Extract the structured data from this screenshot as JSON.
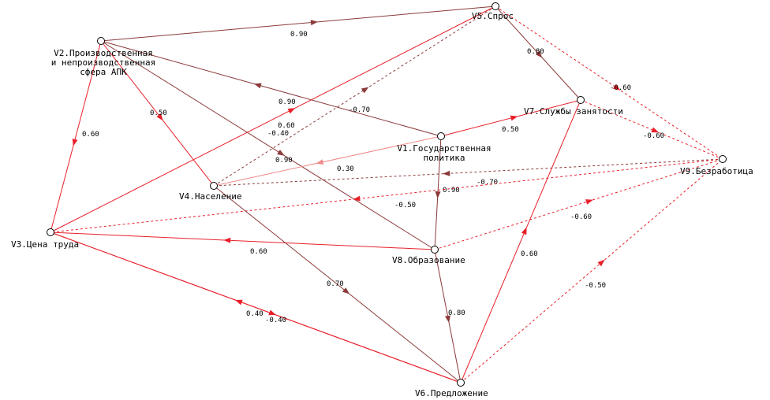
{
  "colors": {
    "positive": "#8b3a3a",
    "negative": "#e8202a",
    "strong": "#e8202a",
    "light": "#f08a8a",
    "node_fill": "#ffffff",
    "node_stroke": "#000000"
  },
  "nodes": [
    {
      "id": "V1",
      "lines": [
        "V1.Государственная",
        "политика"
      ]
    },
    {
      "id": "V2",
      "lines": [
        "V2.Производственная",
        "и непроизводственная",
        "сфера АПК"
      ]
    },
    {
      "id": "V3",
      "lines": [
        "V3.Цена труда"
      ]
    },
    {
      "id": "V4",
      "lines": [
        "V4.Население"
      ]
    },
    {
      "id": "V5",
      "lines": [
        "V5.Спрос"
      ]
    },
    {
      "id": "V6",
      "lines": [
        "V6.Предложение"
      ]
    },
    {
      "id": "V7",
      "lines": [
        "V7.Службы занятости"
      ]
    },
    {
      "id": "V8",
      "lines": [
        "V8.Образование"
      ]
    },
    {
      "id": "V9",
      "lines": [
        "V9.Безработица"
      ]
    }
  ],
  "edges": [
    {
      "from": "V2",
      "to": "V5",
      "label": "0.90",
      "style": "positive"
    },
    {
      "from": "V5",
      "to": "V7",
      "label": "0.80",
      "style": "positive"
    },
    {
      "from": "V5",
      "to": "V9",
      "label": "-0.60",
      "style": "negative-dashed"
    },
    {
      "from": "V1",
      "to": "V2",
      "label": "0.90",
      "style": "positive"
    },
    {
      "from": "V4",
      "to": "V5",
      "label": "-0.70",
      "style": "negative-dashed-dark"
    },
    {
      "from": "V3",
      "to": "V5",
      "label": "0.60",
      "style": "strong"
    },
    {
      "from": "V1",
      "to": "V7",
      "label": "0.50",
      "style": "strong"
    },
    {
      "from": "V7",
      "to": "V9",
      "label": "-0.60",
      "style": "negative-dashed"
    },
    {
      "from": "V2",
      "to": "V3",
      "label": "0.60",
      "style": "strong"
    },
    {
      "from": "V2",
      "to": "V4",
      "label": "0.50",
      "style": "strong"
    },
    {
      "from": "V2",
      "to": "V8",
      "label": "0.90",
      "style": "positive"
    },
    {
      "from": "V1",
      "to": "V4",
      "label": "0.30",
      "style": "light"
    },
    {
      "from": "V9",
      "to": "V4",
      "label": "-0.70",
      "style": "negative-dashed-dark"
    },
    {
      "from": "V1",
      "to": "V8",
      "label": "0.90",
      "style": "positive"
    },
    {
      "from": "V9",
      "to": "V3",
      "label": "-0.50",
      "style": "negative-dashed"
    },
    {
      "from": "V8",
      "to": "V9",
      "label": "-0.60",
      "style": "negative-dashed"
    },
    {
      "from": "V8",
      "to": "V3",
      "label": "0.60",
      "style": "strong"
    },
    {
      "from": "V3",
      "to": "V6",
      "label": "0.40",
      "style": "strong"
    },
    {
      "from": "V6",
      "to": "V3",
      "label": "-0.40",
      "style": "strong"
    },
    {
      "from": "V4",
      "to": "V6",
      "label": "0.70",
      "style": "positive"
    },
    {
      "from": "V8",
      "to": "V6",
      "label": "0.80",
      "style": "positive"
    },
    {
      "from": "V6",
      "to": "V7",
      "label": "0.60",
      "style": "strong"
    },
    {
      "from": "V6",
      "to": "V9",
      "label": "-0.50",
      "style": "negative-dashed"
    }
  ],
  "extra_labels": [
    {
      "text": "-0.40",
      "near_edge": 5
    }
  ]
}
